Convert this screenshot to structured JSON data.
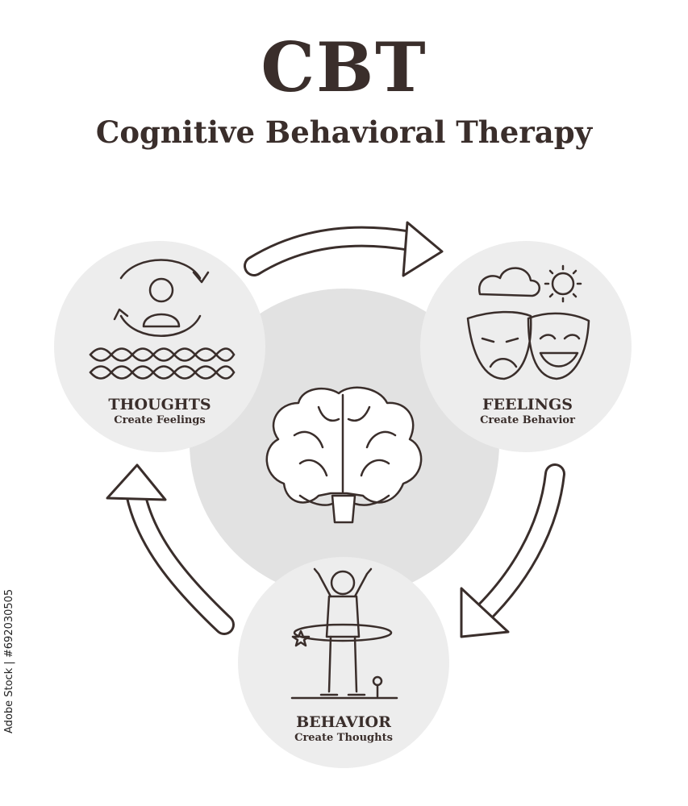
{
  "header": {
    "title": "CBT",
    "subtitle": "Cognitive Behavioral Therapy"
  },
  "nodes": {
    "thoughts": {
      "name": "THOUGHTS",
      "description": "Create Feelings"
    },
    "feelings": {
      "name": "FEELINGS",
      "description": "Create Behavior"
    },
    "behavior": {
      "name": "BEHAVIOR",
      "description": "Create Thoughts"
    }
  },
  "watermark": {
    "stock_id": "Adobe Stock | #692030505"
  },
  "colors": {
    "text": "#3a2e2b",
    "circle_fill": "#ececec",
    "center_fill": "#e0e0e0",
    "line": "#3a2e2b"
  }
}
